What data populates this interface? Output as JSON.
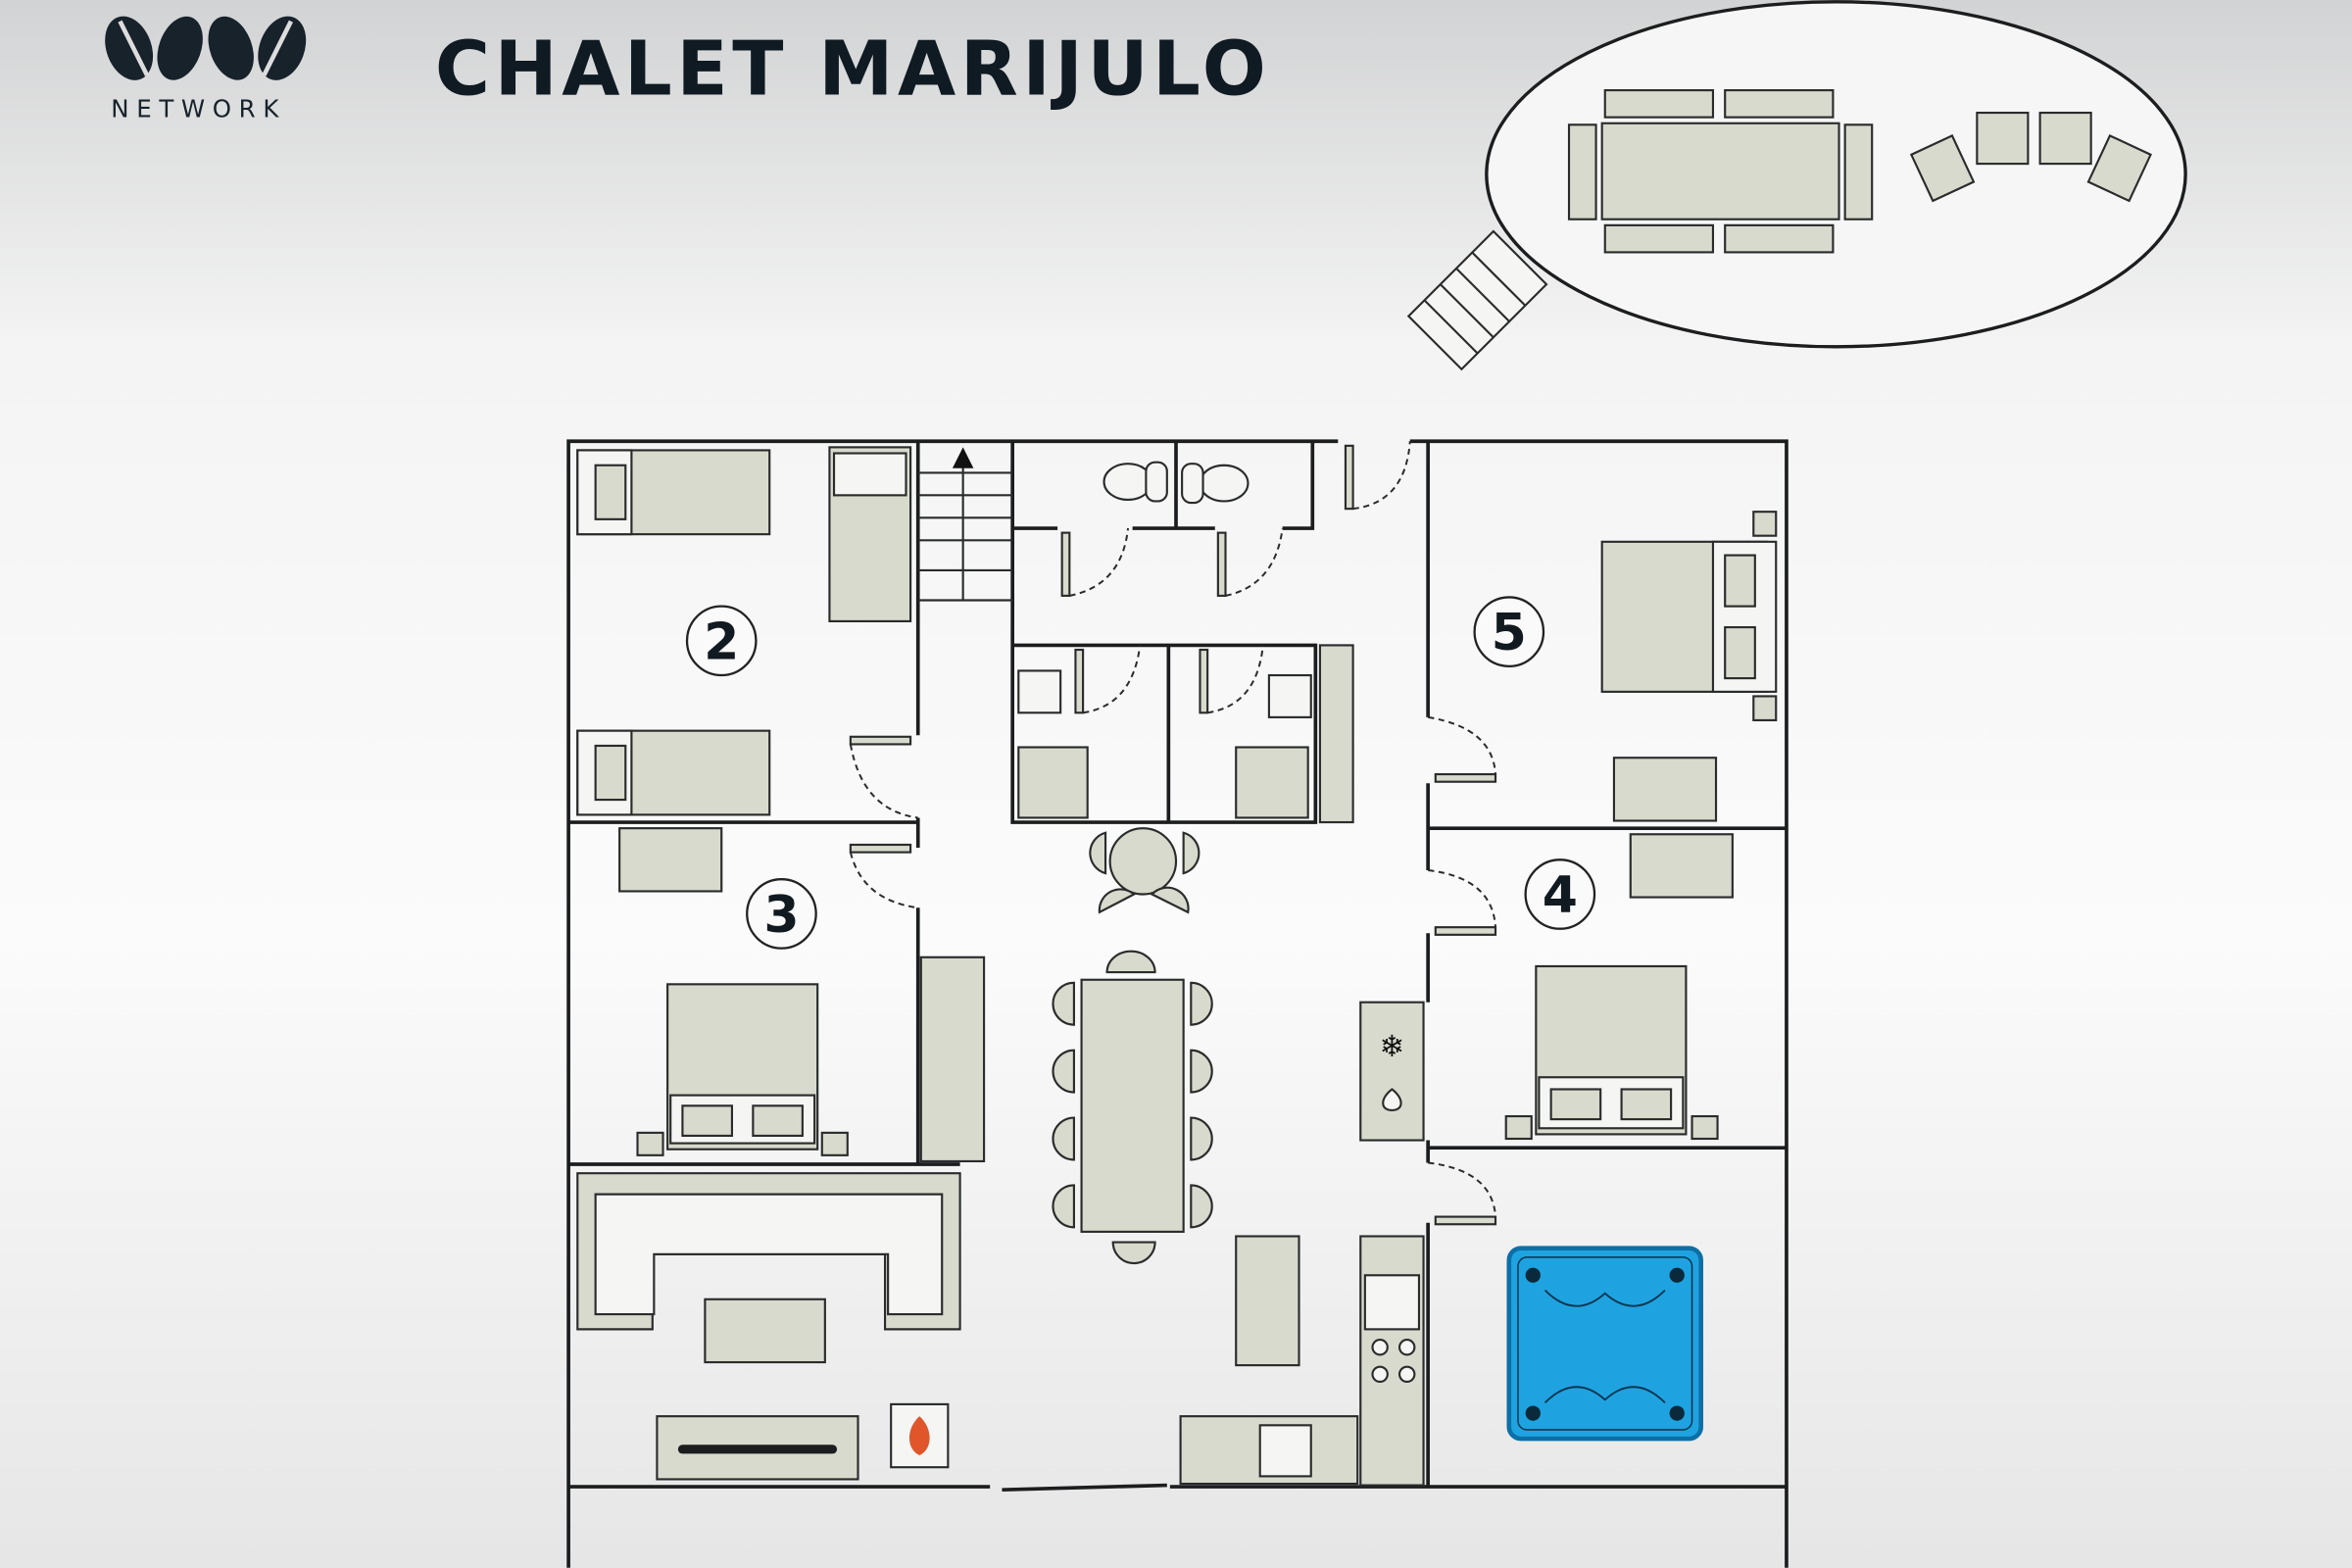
{
  "logo": {
    "wordmark": "NETWORK"
  },
  "title": "CHALET MARIJULO",
  "rooms": {
    "room_2": "2",
    "room_3": "3",
    "room_4": "4",
    "room_5": "5"
  },
  "colors": {
    "furniture": "#d8dacd",
    "walls": "#1b1d1f",
    "hot_tub": "#1fa3e0",
    "fireplace": "#e0552a",
    "title": "#0f1a22"
  }
}
